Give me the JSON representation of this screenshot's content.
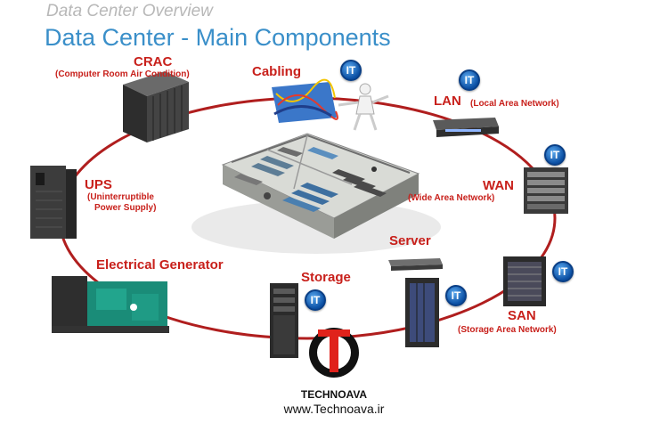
{
  "header": {
    "supertitle": "Data Center Overview",
    "title": "Data Center - Main Components"
  },
  "components": {
    "crac": {
      "name": "CRAC",
      "desc": "(Computer Room Air Condition)"
    },
    "cabling": {
      "name": "Cabling"
    },
    "lan": {
      "name": "LAN",
      "desc": "(Local Area Network)"
    },
    "wan": {
      "name": "WAN",
      "desc": "(Wide Area Network)"
    },
    "ups": {
      "name": "UPS",
      "desc_line1": "(Uninterruptible",
      "desc_line2": "Power Supply)"
    },
    "generator": {
      "name": "Electrical Generator"
    },
    "storage": {
      "name": "Storage"
    },
    "server": {
      "name": "Server"
    },
    "san": {
      "name": "SAN",
      "desc": "(Storage Area Network)"
    }
  },
  "it_badge": "IT",
  "watermark": {
    "brand": "TECHNOAVA",
    "url": "www.Technoava.ir"
  },
  "colors": {
    "title": "#3a8fc9",
    "label": "#c8201b",
    "ring": "#b01e1e",
    "badge": "#0b4fa3"
  }
}
